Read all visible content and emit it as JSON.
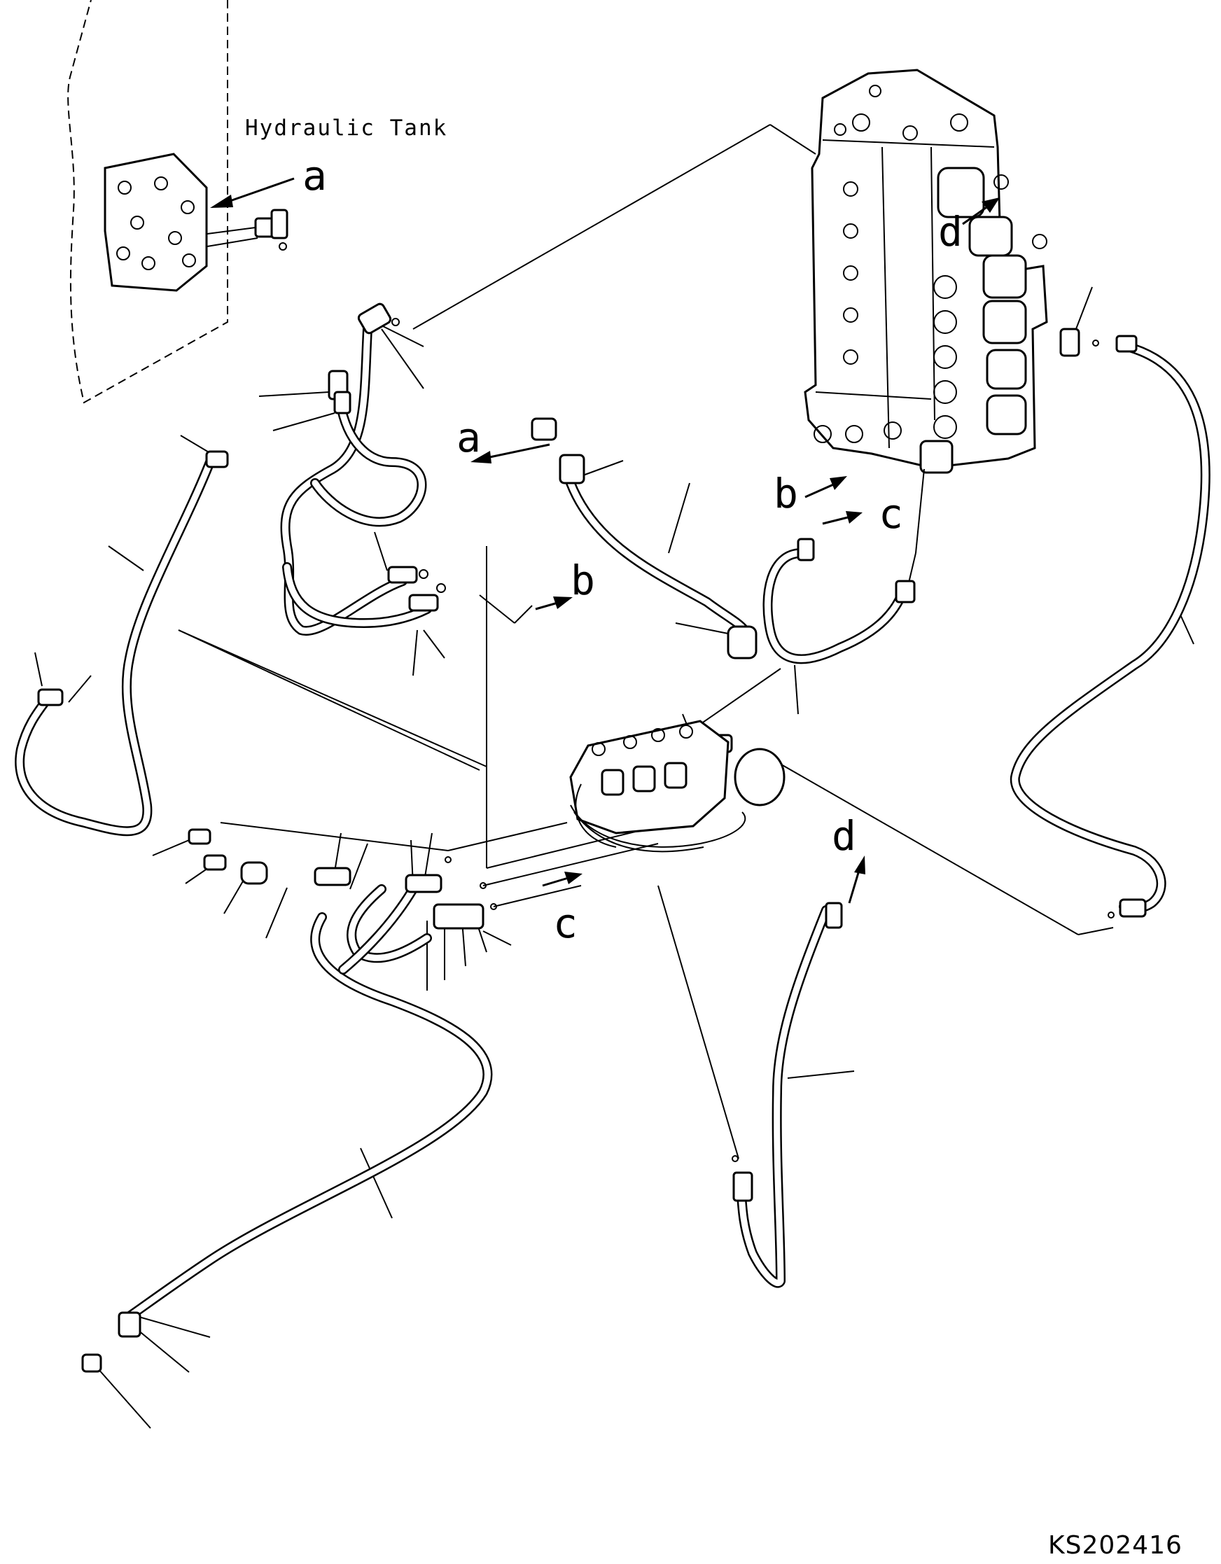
{
  "labels": {
    "hydraulic_tank": "Hydraulic Tank",
    "conn_a_top": "a",
    "conn_a_mid": "a",
    "conn_b_mid": "b",
    "conn_b_right": "b",
    "conn_c_right": "c",
    "conn_c_bottom": "c",
    "conn_d_valve": "d",
    "conn_d_bottom": "d"
  },
  "drawing_code": "KS202416"
}
